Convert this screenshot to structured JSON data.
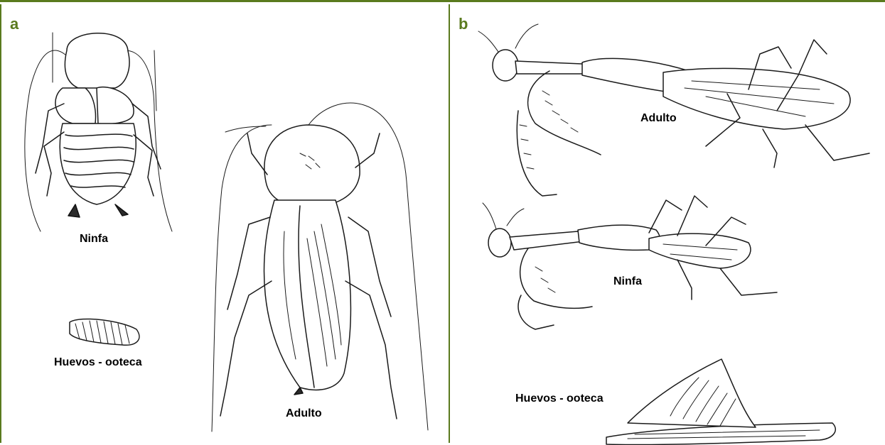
{
  "panels": {
    "a": {
      "letter": "a",
      "captions": {
        "nymph": "Ninfa",
        "eggs": "Huevos - ooteca",
        "adult": "Adulto"
      }
    },
    "b": {
      "letter": "b",
      "captions": {
        "adult": "Adulto",
        "nymph": "Ninfa",
        "eggs": "Huevos - ooteca"
      }
    }
  },
  "colors": {
    "accent": "#5a7a1e",
    "ink": "#1a1a1a"
  }
}
